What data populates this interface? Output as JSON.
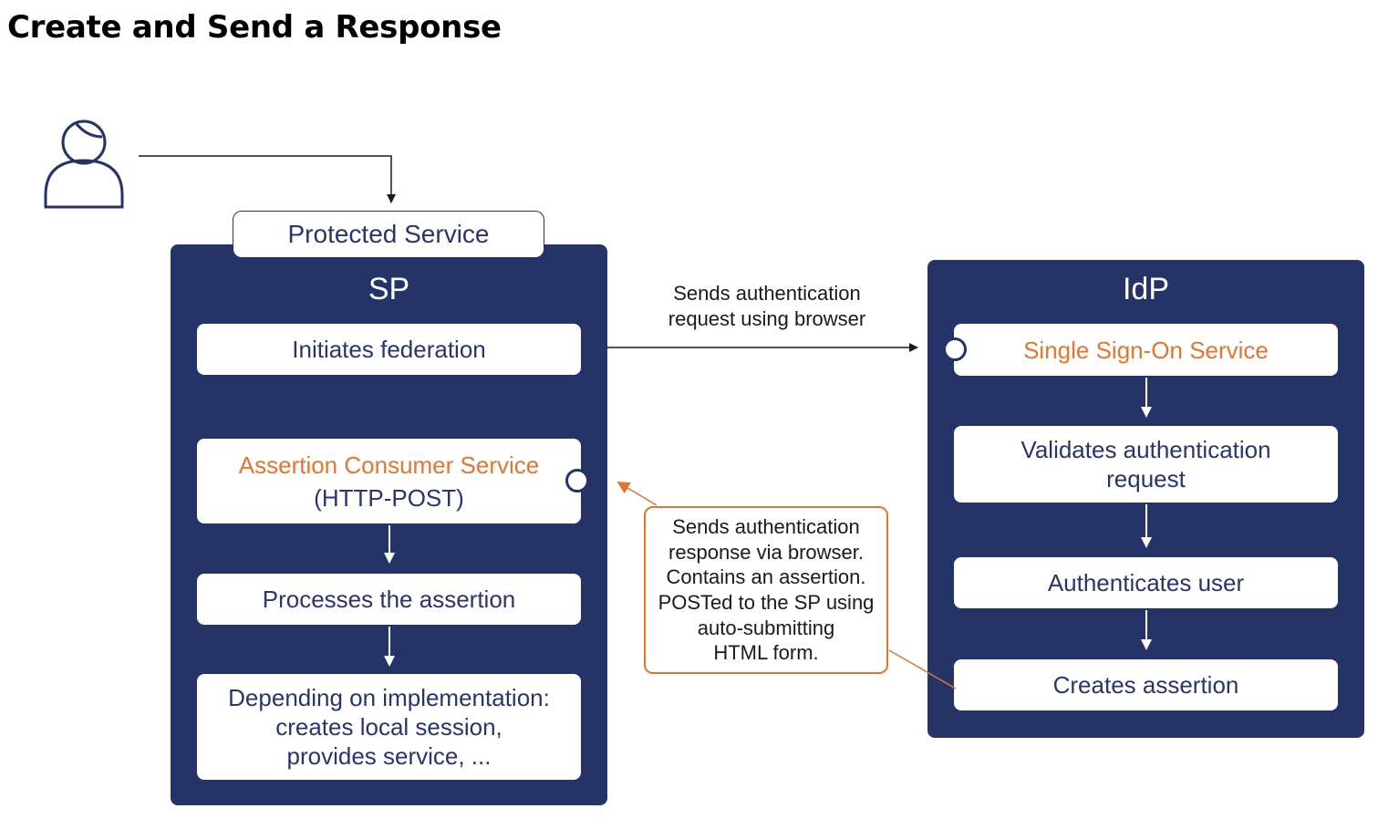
{
  "title": "Create and Send a Response",
  "actor": {
    "icon": "user-icon"
  },
  "protected_service": "Protected Service",
  "sp": {
    "title": "SP",
    "initiates": "Initiates federation",
    "acs_name": "Assertion Consumer Service",
    "acs_binding": "(HTTP-POST)",
    "processes": "Processes the assertion",
    "depending_lines": [
      "Depending on implementation:",
      "creates local session,",
      "provides service, ..."
    ]
  },
  "idp": {
    "title": "IdP",
    "sso": "Single Sign-On Service",
    "validates_lines": [
      "Validates authentication",
      "request"
    ],
    "authenticates": "Authenticates user",
    "creates": "Creates assertion"
  },
  "request_label_lines": [
    "Sends authentication",
    "request using browser"
  ],
  "response_callout_lines": [
    "Sends authentication",
    "response via browser.",
    "Contains an assertion.",
    "POSTed to the SP using",
    "auto-submitting",
    "HTML form."
  ],
  "colors": {
    "panel": "#243468",
    "accent": "#e8732e",
    "text": "#2b3370"
  }
}
